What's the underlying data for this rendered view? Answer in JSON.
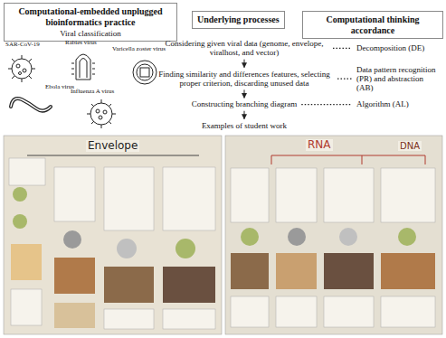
{
  "diagram": {
    "nodes": [
      {
        "text": [
          "Computational-embedded unplugged bioinformatics practice",
          "Viral classification"
        ]
      },
      {
        "text": [
          "Underlying processes"
        ]
      },
      {
        "text": [
          "Computational thinking accordance"
        ]
      },
      {
        "text": [
          "Considering given viral data (genome, envelope, viralhost, and vector)"
        ]
      },
      {
        "text": [
          "Finding similarity and differences features, selecting proper criterion, discarding unused data"
        ]
      },
      {
        "text": [
          "Constructing branching diagram"
        ]
      },
      {
        "text": [
          "Examples of student work"
        ]
      },
      {
        "text": [
          "Decomposition (DE)"
        ]
      },
      {
        "text": [
          "Data pattern recognition (PR) and abstraction (AB)"
        ]
      },
      {
        "text": [
          "Algorithm (AL)"
        ]
      }
    ],
    "edges": [
      {
        "from": 3,
        "to": 4,
        "arrow": "to"
      },
      {
        "from": 4,
        "to": 5,
        "arrow": "to"
      },
      {
        "from": 5,
        "to": 6,
        "arrow": "to"
      },
      {
        "from": 3,
        "to": 7,
        "arrow": "none"
      },
      {
        "from": 4,
        "to": 8,
        "arrow": "none"
      },
      {
        "from": 5,
        "to": 9,
        "arrow": "none"
      }
    ],
    "labels": [
      "SAR-CoV-19",
      "Rabies virus",
      "Varicella zoster virus",
      "Ebola virus",
      "Influenza A virus",
      "Envelope",
      "RNA",
      "DNA"
    ]
  }
}
